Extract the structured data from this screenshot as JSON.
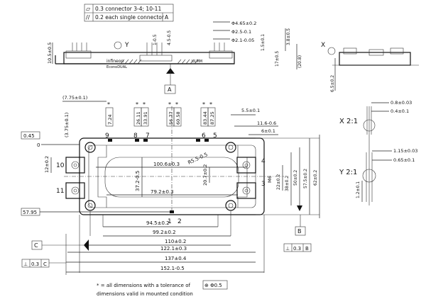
{
  "tolerance_box": {
    "row1": {
      "symbol": "⏥",
      "text": "0.3 connector 3-4; 10-11"
    },
    "row2": {
      "symbol": "//",
      "text": "0.2 each single connector",
      "ref": "A"
    }
  },
  "side_view": {
    "brand": "infineon",
    "product": "EconoDUAL",
    "y_label": "Y",
    "x_label": "X",
    "labels": {
      "d_4_65": "Φ4.65±0.2",
      "d_2_5": "Φ2.5-0.1",
      "d_2_1": "Φ2.1-0.05",
      "h_10_5": "10.5±0.5",
      "h_1_0_5": "1-0.5",
      "h_4_5": "4.5-0.5",
      "h_1_5": "1.5±0.1",
      "h_3_8": "3.8±0.5",
      "h_17": "17±0.5",
      "h_20_8": "(20.8)",
      "h_6_5": "6.5±0.2",
      "ref_a": "A",
      "logo": "ULMM"
    }
  },
  "detail_x": {
    "label": "X 2:1",
    "d1": "0.8±0.03",
    "d2": "0.4±0.1"
  },
  "detail_y": {
    "label": "Y 2:1",
    "d1": "1.15±0.03",
    "d2": "0.65±0.1",
    "d3": "1.2±0.1"
  },
  "top_view": {
    "pin_numbers": [
      "9",
      "8",
      "7",
      "6",
      "5",
      "4",
      "3",
      "10",
      "11",
      "1",
      "2"
    ],
    "top_dims": [
      "7.24",
      "26.11",
      "33.91",
      "56.77",
      "60.58",
      "83.44",
      "87.25"
    ],
    "left_dims": {
      "d_7_75": "(7.75±0.1)",
      "d_3_75": "(3.75±0.1)",
      "d_0_45": "0.45",
      "d_0": "0",
      "d_12": "12±0.2",
      "d_57_95": "57.95"
    },
    "right_dims": {
      "d_5_5": "5.5±0.1",
      "d_11_6": "11.6-0.6",
      "d_6": "6±0.1",
      "d_m6": "M6",
      "d_22": "22±0.2",
      "d_38": "38±0.2",
      "d_50": "50±0.2",
      "d_57_5": "57.5±0.2",
      "d_62": "62±0.2"
    },
    "inner_dims": {
      "d_100_6": "100.6±0.3",
      "d_37_2": "37.2-0.5",
      "d_79_2": "79.2±0.3",
      "d_r5_5": "R5.5-0.5",
      "d_20_7": "20.7±0.2"
    },
    "bottom_dims": {
      "d_94_5": "94.5±0.2",
      "d_99_2": "99.2±0.2",
      "d_110": "110±0.2",
      "d_122_1": "122.1±0.3",
      "d_137": "137±0.4",
      "d_152_1": "152.1-0.5"
    },
    "datum_b": "B",
    "datum_c": "C",
    "flatness_b": {
      "symbol": "⊥",
      "value": "0.3",
      "ref": "B"
    },
    "flatness_c": {
      "symbol": "⊥",
      "value": "0.3",
      "ref": "C"
    }
  },
  "notes": {
    "line1_prefix": "* = all dimensions with a tolerance of",
    "line1_box": "⊕ Φ0.5",
    "line2": "dimensions valid in mounted condition"
  }
}
